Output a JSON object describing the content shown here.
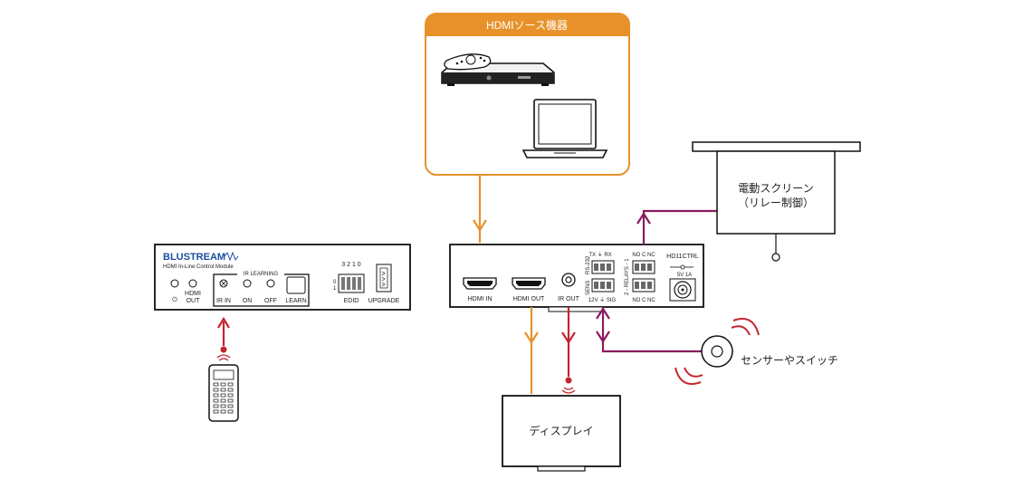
{
  "source_box": {
    "title": "HDMIソース機器",
    "color": "#E8912A"
  },
  "left_device": {
    "brand": "BLUSTREAM",
    "model_desc": "HDMI In-Line Control Module",
    "ir_learning_header": "IR LEARNING",
    "labels": {
      "power": "⏻",
      "hdmi_out": "HDMI\nOUT",
      "hdmi": "HDMI",
      "out": "OUT",
      "ir_in": "IR IN",
      "on": "ON",
      "off": "OFF",
      "learn": "LEARN",
      "edid": "EDID",
      "upgrade": "UPGRADE",
      "dip_top": "3 2 1 0",
      "dip_0": "0",
      "dip_1": "1"
    }
  },
  "main_device": {
    "labels": {
      "hdmi_in": "HDMI IN",
      "hdmi_out": "HDMI OUT",
      "ir_out": "IR OUT",
      "tx_rx": "TX ⏚ RX",
      "rs232": "RS-232",
      "sens": "SENS",
      "sig": "12V ⏚ SIG",
      "relay_top": "NO C NC",
      "relays": "2 - RELAYS - 1",
      "relay_bottom": "NO C NC",
      "model": "HD11CTRL",
      "power": "5V 1A"
    }
  },
  "screen": {
    "line1": "電動スクリーン",
    "line2": "（リレー制御）"
  },
  "display": {
    "label": "ディスプレイ"
  },
  "sensor": {
    "label": "センサーやスイッチ"
  },
  "colors": {
    "orange": "#E8912A",
    "red": "#C4262E",
    "purple": "#8A1A5E",
    "line": "#111111"
  }
}
